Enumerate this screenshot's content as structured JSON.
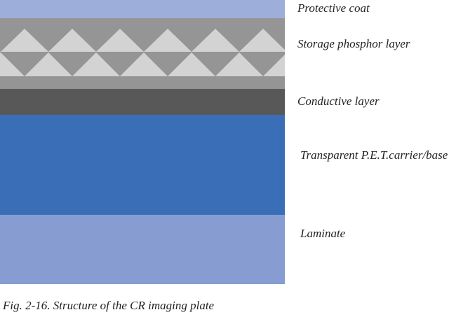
{
  "layers": {
    "protective_coat": "Protective coat",
    "storage_phosphor": "Storage phosphor layer",
    "conductive": "Conductive layer",
    "base": "Transparent P.E.T.carrier/base",
    "laminate": "Laminate"
  },
  "caption": "Fig. 2-16.  Structure of the CR  imaging plate",
  "colors": {
    "protective_coat": "#9eaedb",
    "phosphor_dark": "#959595",
    "phosphor_light": "#d3d3d3",
    "conductive": "#585858",
    "base": "#3a6fb8",
    "laminate": "#879dd1"
  }
}
